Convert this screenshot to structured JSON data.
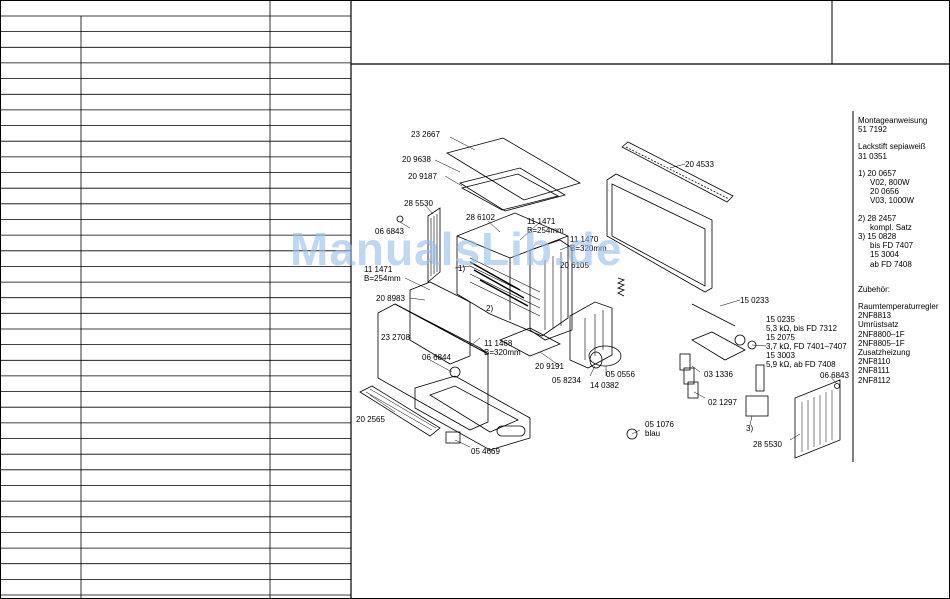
{
  "watermark": "ManualsLib.de",
  "callouts": [
    {
      "id": "c-232667",
      "text": "23 2667"
    },
    {
      "id": "c-209638",
      "text": "20 9638"
    },
    {
      "id": "c-209187",
      "text": "20 9187"
    },
    {
      "id": "c-285530a",
      "text": "28 5530"
    },
    {
      "id": "c-066843a",
      "text": "06 6843"
    },
    {
      "id": "c-286102",
      "text": "28 6102"
    },
    {
      "id": "c-111471a",
      "text": "11 1471"
    },
    {
      "id": "c-b254a",
      "text": "B=254mm"
    },
    {
      "id": "c-111470",
      "text": "11 1470"
    },
    {
      "id": "c-b320a",
      "text": "B=320mm"
    },
    {
      "id": "c-206105",
      "text": "20 6105"
    },
    {
      "id": "c-1",
      "text": "1)"
    },
    {
      "id": "c-2",
      "text": "2)"
    },
    {
      "id": "c-111471b",
      "text": "11 1471"
    },
    {
      "id": "c-b254b",
      "text": "B=254mm"
    },
    {
      "id": "c-208983",
      "text": "20 8983"
    },
    {
      "id": "c-232708",
      "text": "23 2708"
    },
    {
      "id": "c-111468",
      "text": "11 1468"
    },
    {
      "id": "c-b320b",
      "text": "B=320mm"
    },
    {
      "id": "c-066844",
      "text": "06 6844"
    },
    {
      "id": "c-209191",
      "text": "20 9191"
    },
    {
      "id": "c-058234",
      "text": "05 8234"
    },
    {
      "id": "c-050556",
      "text": "05 0556"
    },
    {
      "id": "c-140382",
      "text": "14 0382"
    },
    {
      "id": "c-202565",
      "text": "20 2565"
    },
    {
      "id": "c-054669",
      "text": "05 4669"
    },
    {
      "id": "c-051076",
      "text": "05 1076"
    },
    {
      "id": "c-blau",
      "text": "blau"
    },
    {
      "id": "c-204533",
      "text": "20 4533"
    },
    {
      "id": "c-150233",
      "text": "15 0233"
    },
    {
      "id": "c-150235",
      "text": "15 0235"
    },
    {
      "id": "c-53k",
      "text": "5,3 kΩ, bis FD 7312"
    },
    {
      "id": "c-152075",
      "text": "15 2075"
    },
    {
      "id": "c-37k",
      "text": "3,7 kΩ, FD 7401–7407"
    },
    {
      "id": "c-153003",
      "text": "15 3003"
    },
    {
      "id": "c-59k",
      "text": "5,9 kΩ, ab FD 7408"
    },
    {
      "id": "c-031336",
      "text": "03 1336"
    },
    {
      "id": "c-021297",
      "text": "02 1297"
    },
    {
      "id": "c-3",
      "text": "3)"
    },
    {
      "id": "c-066843b",
      "text": "06 6843"
    },
    {
      "id": "c-285530b",
      "text": "28 5530"
    }
  ],
  "notes": {
    "montage": "Montageanweisung",
    "montage_nr": "51 7192",
    "lackstift": "Lackstift  sepiaweiß",
    "lackstift_nr": "31 0351",
    "n1_a": "1)  20 0657",
    "n1_b": "V02, 800W",
    "n1_c": "20 0656",
    "n1_d": "V03, 1000W",
    "n2_a": "2)  28 2457",
    "n2_b": "kompl. Satz",
    "n3_a": "3)  15 0828",
    "n3_b": "bis FD 7407",
    "n3_c": "15 3004",
    "n3_d": "ab FD 7408",
    "zubehoer": "Zubehör:",
    "raumtemp": "Raumtemperaturregler",
    "raumtemp_nr": "2NF8813",
    "umruest": "Umrüstsatz",
    "umruest_1": "2NF8800–1F",
    "umruest_2": "2NF8805–1F",
    "zusatz": "Zusatzheizung",
    "zusatz_1": "2NF8110",
    "zusatz_2": "2NF8111",
    "zusatz_3": "2NF8112"
  }
}
